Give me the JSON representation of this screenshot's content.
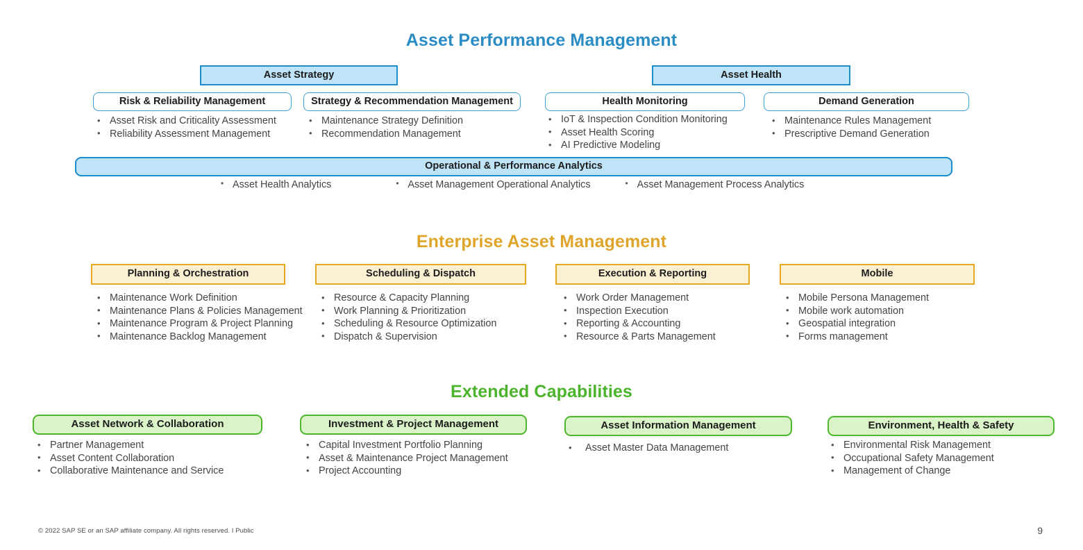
{
  "slide": {
    "page_number": "9",
    "footer": "© 2022 SAP SE or an SAP affiliate company. All rights reserved.  ǀ  Public"
  },
  "colors": {
    "apm_title": "#2b8cc4",
    "eam_title": "#dfa52b",
    "ext_title": "#4cb32c",
    "blue_fill": "#bfe4f7",
    "blue_border": "#1b8cc9",
    "orange_fill": "#fbf0d2",
    "orange_border": "#e5a91f",
    "green_fill": "#dbf3c8",
    "green_border": "#4cb72b"
  },
  "sections": {
    "apm": {
      "title": "Asset Performance Management",
      "pillars": [
        {
          "label": "Asset Strategy"
        },
        {
          "label": "Asset Health"
        }
      ],
      "capabilities": [
        {
          "label": "Risk & Reliability Management",
          "items": [
            "Asset Risk and Criticality Assessment",
            "Reliability Assessment Management"
          ]
        },
        {
          "label": "Strategy & Recommendation Management",
          "items": [
            "Maintenance Strategy Definition",
            "Recommendation Management"
          ]
        },
        {
          "label": "Health Monitoring",
          "items": [
            "IoT & Inspection Condition Monitoring",
            "Asset Health Scoring",
            "AI Predictive Modeling"
          ]
        },
        {
          "label": "Demand Generation",
          "items": [
            "Maintenance Rules Management",
            "Prescriptive Demand Generation"
          ]
        }
      ],
      "analytics": {
        "label": "Operational & Performance Analytics",
        "items": [
          "Asset Health Analytics",
          "Asset Management Operational Analytics",
          "Asset Management Process Analytics"
        ]
      }
    },
    "eam": {
      "title": "Enterprise Asset Management",
      "capabilities": [
        {
          "label": "Planning & Orchestration",
          "items": [
            "Maintenance Work Definition",
            "Maintenance Plans & Policies Management",
            "Maintenance Program & Project Planning",
            "Maintenance Backlog Management"
          ]
        },
        {
          "label": "Scheduling & Dispatch",
          "items": [
            "Resource & Capacity Planning",
            "Work Planning & Prioritization",
            "Scheduling & Resource Optimization",
            "Dispatch & Supervision"
          ]
        },
        {
          "label": "Execution & Reporting",
          "items": [
            "Work Order Management",
            "Inspection Execution",
            "Reporting & Accounting",
            "Resource & Parts Management"
          ]
        },
        {
          "label": "Mobile",
          "items": [
            "Mobile Persona Management",
            "Mobile work automation",
            "Geospatial integration",
            "Forms management"
          ]
        }
      ]
    },
    "extended": {
      "title": "Extended Capabilities",
      "capabilities": [
        {
          "label": "Asset Network & Collaboration",
          "items": [
            "Partner Management",
            "Asset Content Collaboration",
            "Collaborative Maintenance and Service"
          ]
        },
        {
          "label": "Investment & Project Management",
          "items": [
            "Capital Investment Portfolio Planning",
            "Asset & Maintenance Project Management",
            "Project Accounting"
          ]
        },
        {
          "label": "Asset Information Management",
          "items": [
            "Asset Master Data Management"
          ]
        },
        {
          "label": "Environment, Health & Safety",
          "items": [
            "Environmental Risk Management",
            "Occupational Safety Management",
            "Management of Change"
          ]
        }
      ]
    }
  }
}
